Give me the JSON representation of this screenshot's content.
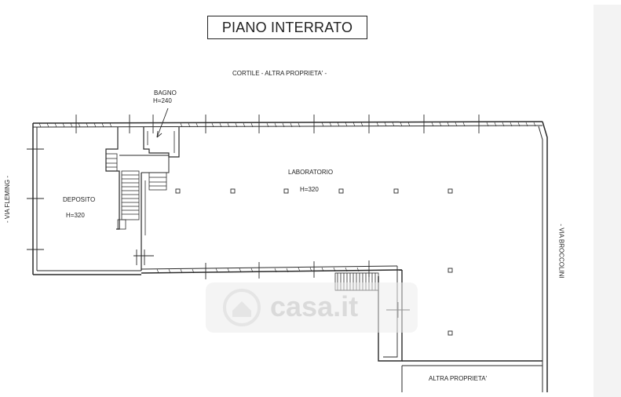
{
  "title": "PIANO INTERRATO",
  "labels": {
    "cortile": "CORTILE - ALTRA PROPRIETA' -",
    "bagno": "BAGNO",
    "bagno_h": "H=240",
    "laboratorio": "LABORATORIO",
    "laboratorio_h": "H=320",
    "deposito": "DEPOSITO",
    "deposito_h": "H=320",
    "via_fleming": "- VIA FLEMING -",
    "via_broccolini": "- VIA BROCCOLINI",
    "altra_proprieta": "ALTRA PROPRIETA'"
  },
  "watermark": "casa.it",
  "colors": {
    "line": "#2a2a2a",
    "wall": "#3a3a3a",
    "watermark": "#d8d8d8",
    "panel": "#f3f3f3"
  },
  "icons": {
    "watermark_logo": "house-icon"
  }
}
